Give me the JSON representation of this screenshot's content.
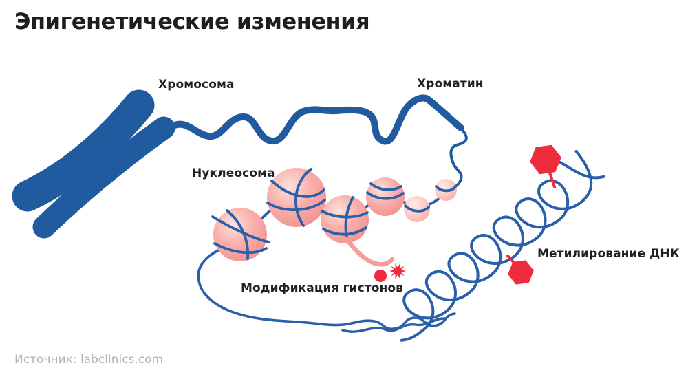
{
  "title": "Эпигенетические изменения",
  "source": "Источник: labclinics.com",
  "labels": {
    "chromosome": "Хромосома",
    "chromatin": "Хроматин",
    "nucleosome": "Нуклеосома",
    "histone_modification": "Модификация гистонов",
    "dna_methylation": "Метилирование ДНК"
  },
  "colors": {
    "background": "#ffffff",
    "dark_blue": "#1f5b9e",
    "strand_blue": "#2a60aa",
    "nucleosome_light": "#fde2dc",
    "nucleosome_mid": "#f9afaa",
    "nucleosome_dark": "#f28e8d",
    "nucleosome_pale_light": "#feeae5",
    "nucleosome_pale_mid": "#fccfc9",
    "nucleosome_pale_dark": "#f7a9a4",
    "histone_tail_pink": "#f89c9a",
    "accent_red": "#ee2c3e",
    "title_text": "#1e1e1e",
    "label_text": "#212121",
    "source_text": "#b3b3b3"
  }
}
